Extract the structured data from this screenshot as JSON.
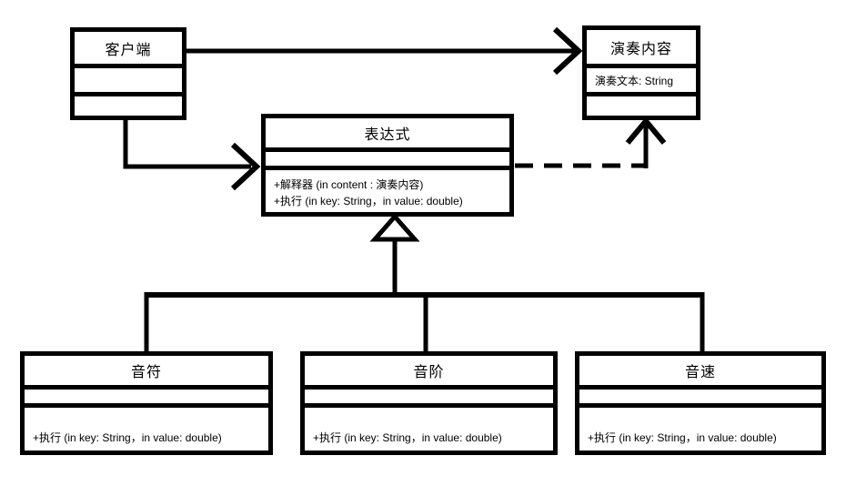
{
  "diagram": {
    "kind": "uml-class-diagram",
    "colors": {
      "line": "#000000",
      "background": "#ffffff",
      "box_fill": "#ffffff"
    },
    "classes": {
      "client": {
        "name": "客户端",
        "attributes": [],
        "methods": []
      },
      "content": {
        "name": "演奏内容",
        "attributes": [
          "演奏文本: String"
        ],
        "methods": []
      },
      "expression": {
        "name": "表达式",
        "attributes": [],
        "methods": [
          "+解释器 (in content : 演奏内容)",
          "+执行 (in key: String，in value: double)"
        ]
      },
      "note": {
        "name": "音符",
        "attributes": [],
        "methods": [
          "+执行 (in key: String，in value: double)"
        ]
      },
      "scale": {
        "name": "音阶",
        "attributes": [],
        "methods": [
          "+执行 (in key: String，in value: double)"
        ]
      },
      "tempo": {
        "name": "音速",
        "attributes": [],
        "methods": [
          "+执行 (in key: String，in value: double)"
        ]
      }
    },
    "relations": [
      {
        "from": "客户端",
        "to": "演奏内容",
        "type": "association-arrow"
      },
      {
        "from": "客户端",
        "to": "表达式",
        "type": "association-arrow"
      },
      {
        "from": "表达式",
        "to": "演奏内容",
        "type": "dependency-dashed-arrow"
      },
      {
        "from": "音符",
        "to": "表达式",
        "type": "generalization"
      },
      {
        "from": "音阶",
        "to": "表达式",
        "type": "generalization"
      },
      {
        "from": "音速",
        "to": "表达式",
        "type": "generalization"
      }
    ]
  }
}
